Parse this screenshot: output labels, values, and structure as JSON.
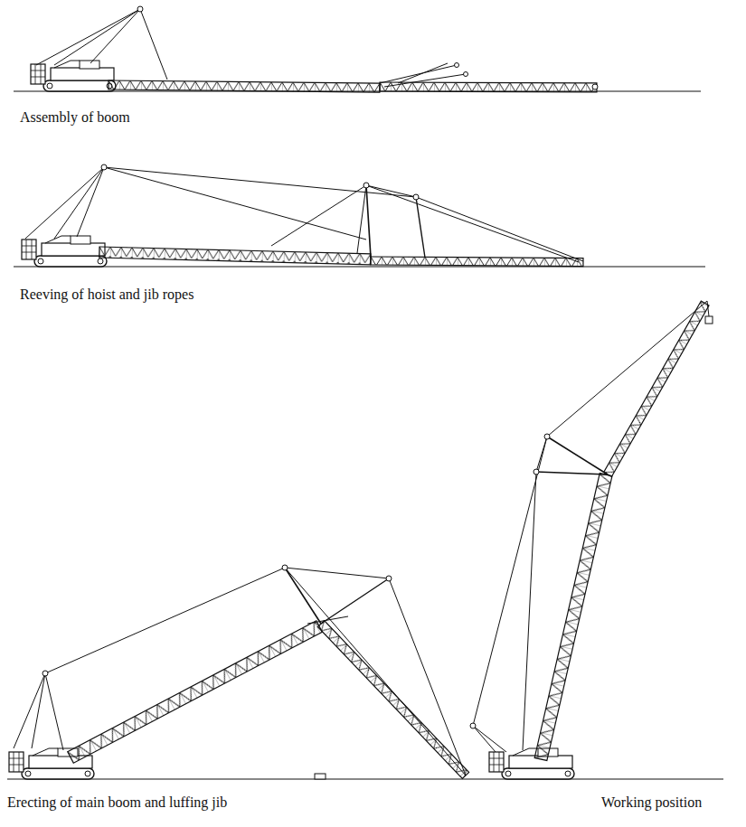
{
  "diagram": {
    "labels": [
      "Assembly of boom",
      "Reeving of hoist and jib ropes",
      "Erecting of main boom and luffing jib",
      "Working position"
    ]
  }
}
